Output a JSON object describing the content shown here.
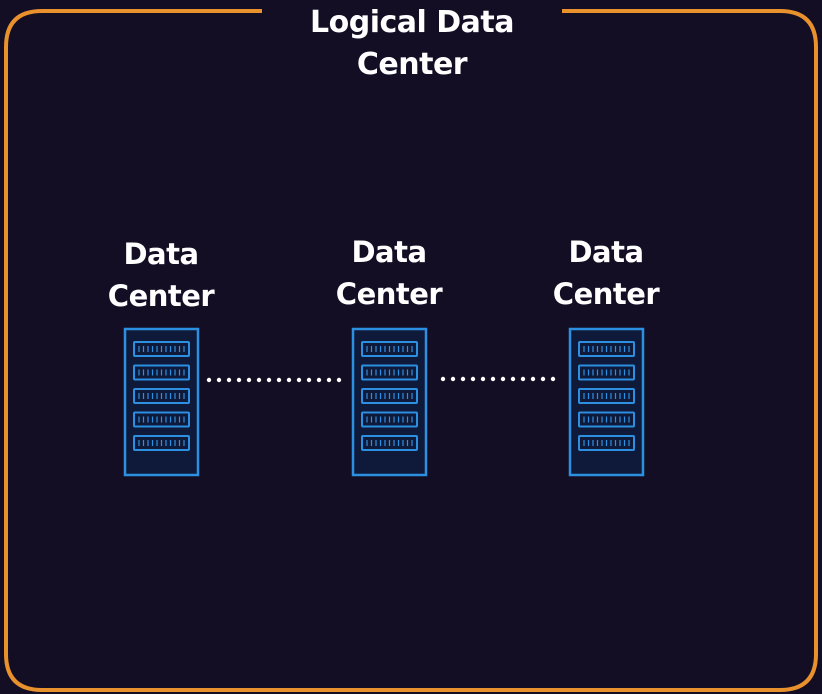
{
  "diagram": {
    "title": "Logical Data\nCenter",
    "data_centers": [
      {
        "label": "Data\nCenter",
        "icon": "server-rack-icon"
      },
      {
        "label": "Data\nCenter",
        "icon": "server-rack-icon"
      },
      {
        "label": "Data\nCenter",
        "icon": "server-rack-icon"
      }
    ],
    "connectors": [
      {
        "from": 0,
        "to": 1,
        "style": "dotted"
      },
      {
        "from": 1,
        "to": 2,
        "style": "dotted"
      }
    ],
    "colors": {
      "background": "#130e24",
      "frame": "#e8912d",
      "rack": "#2d8fe0",
      "text": "#ffffff"
    }
  }
}
